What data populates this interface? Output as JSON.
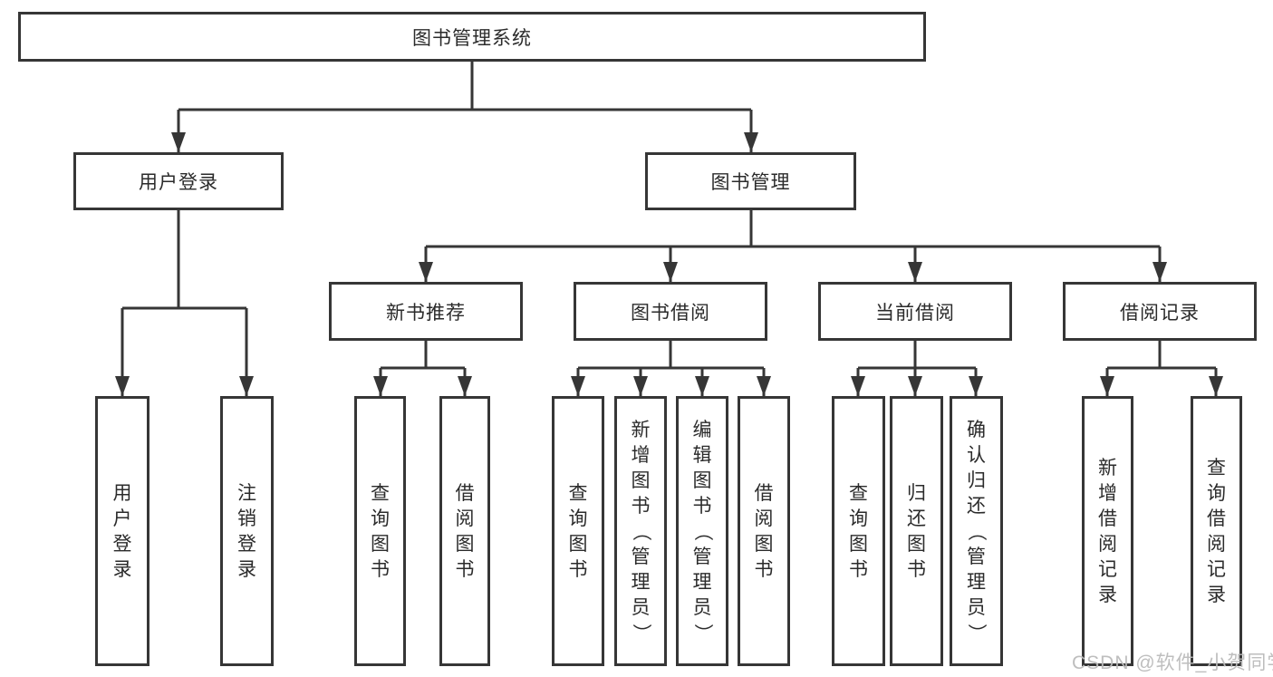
{
  "diagram": {
    "root": {
      "label": "图书管理系统"
    },
    "level2": [
      {
        "label": "用户登录"
      },
      {
        "label": "图书管理"
      }
    ],
    "level3": [
      {
        "label": "新书推荐"
      },
      {
        "label": "图书借阅"
      },
      {
        "label": "当前借阅"
      },
      {
        "label": "借阅记录"
      }
    ],
    "leaves": [
      {
        "label": "用户登录"
      },
      {
        "label": "注销登录"
      },
      {
        "label": "查询图书"
      },
      {
        "label": "借阅图书"
      },
      {
        "label": "查询图书"
      },
      {
        "label": "新增图书（管理员）"
      },
      {
        "label": "编辑图书（管理员）"
      },
      {
        "label": "借阅图书"
      },
      {
        "label": "查询图书"
      },
      {
        "label": "归还图书"
      },
      {
        "label": "确认归还（管理员）"
      },
      {
        "label": "新增借阅记录"
      },
      {
        "label": "查询借阅记录"
      }
    ],
    "watermark": "CSDN @软件_小贺同学",
    "colors": {
      "line": "#363636",
      "border": "#363636",
      "text": "#2b2b2b",
      "watermark": "#bababa",
      "background": "#ffffff"
    }
  }
}
